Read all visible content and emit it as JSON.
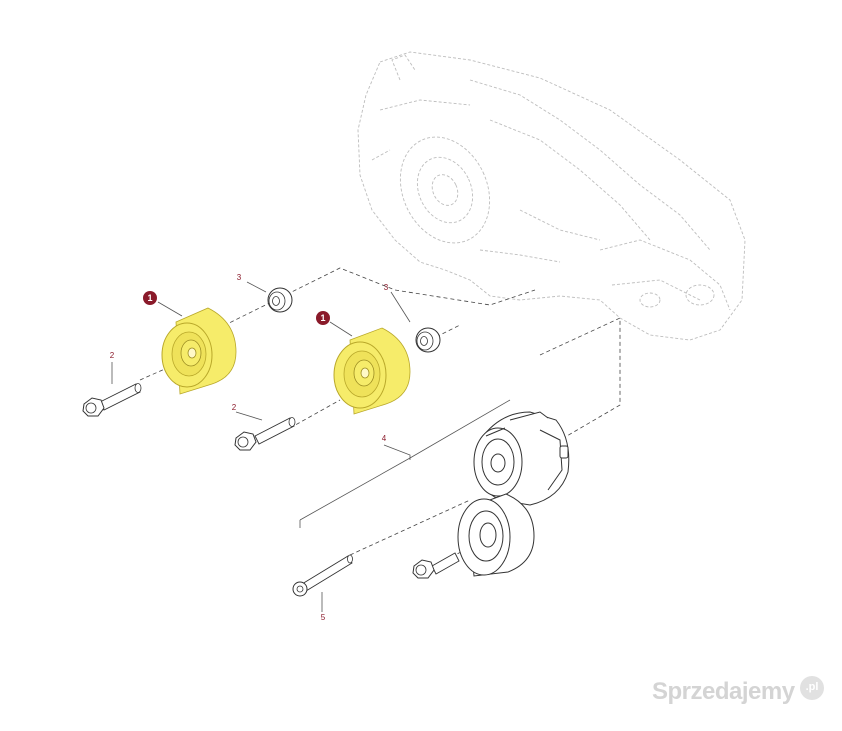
{
  "diagram": {
    "callouts": {
      "pulley_1_left": "1",
      "pulley_1_right": "1",
      "bolt_2_left": "2",
      "bolt_2_right": "2",
      "washer_3_left": "3",
      "washer_3_right": "3",
      "tensioner_4": "4",
      "long_bolt_5": "5"
    },
    "colors": {
      "highlight_yellow": "#f6ec6a",
      "callout_red": "#8a1a2a",
      "line": "#555555",
      "ghost_engine": "#b9b9b9"
    }
  },
  "watermark": {
    "brand": "Sprzedajemy",
    "tld": ".pl"
  }
}
